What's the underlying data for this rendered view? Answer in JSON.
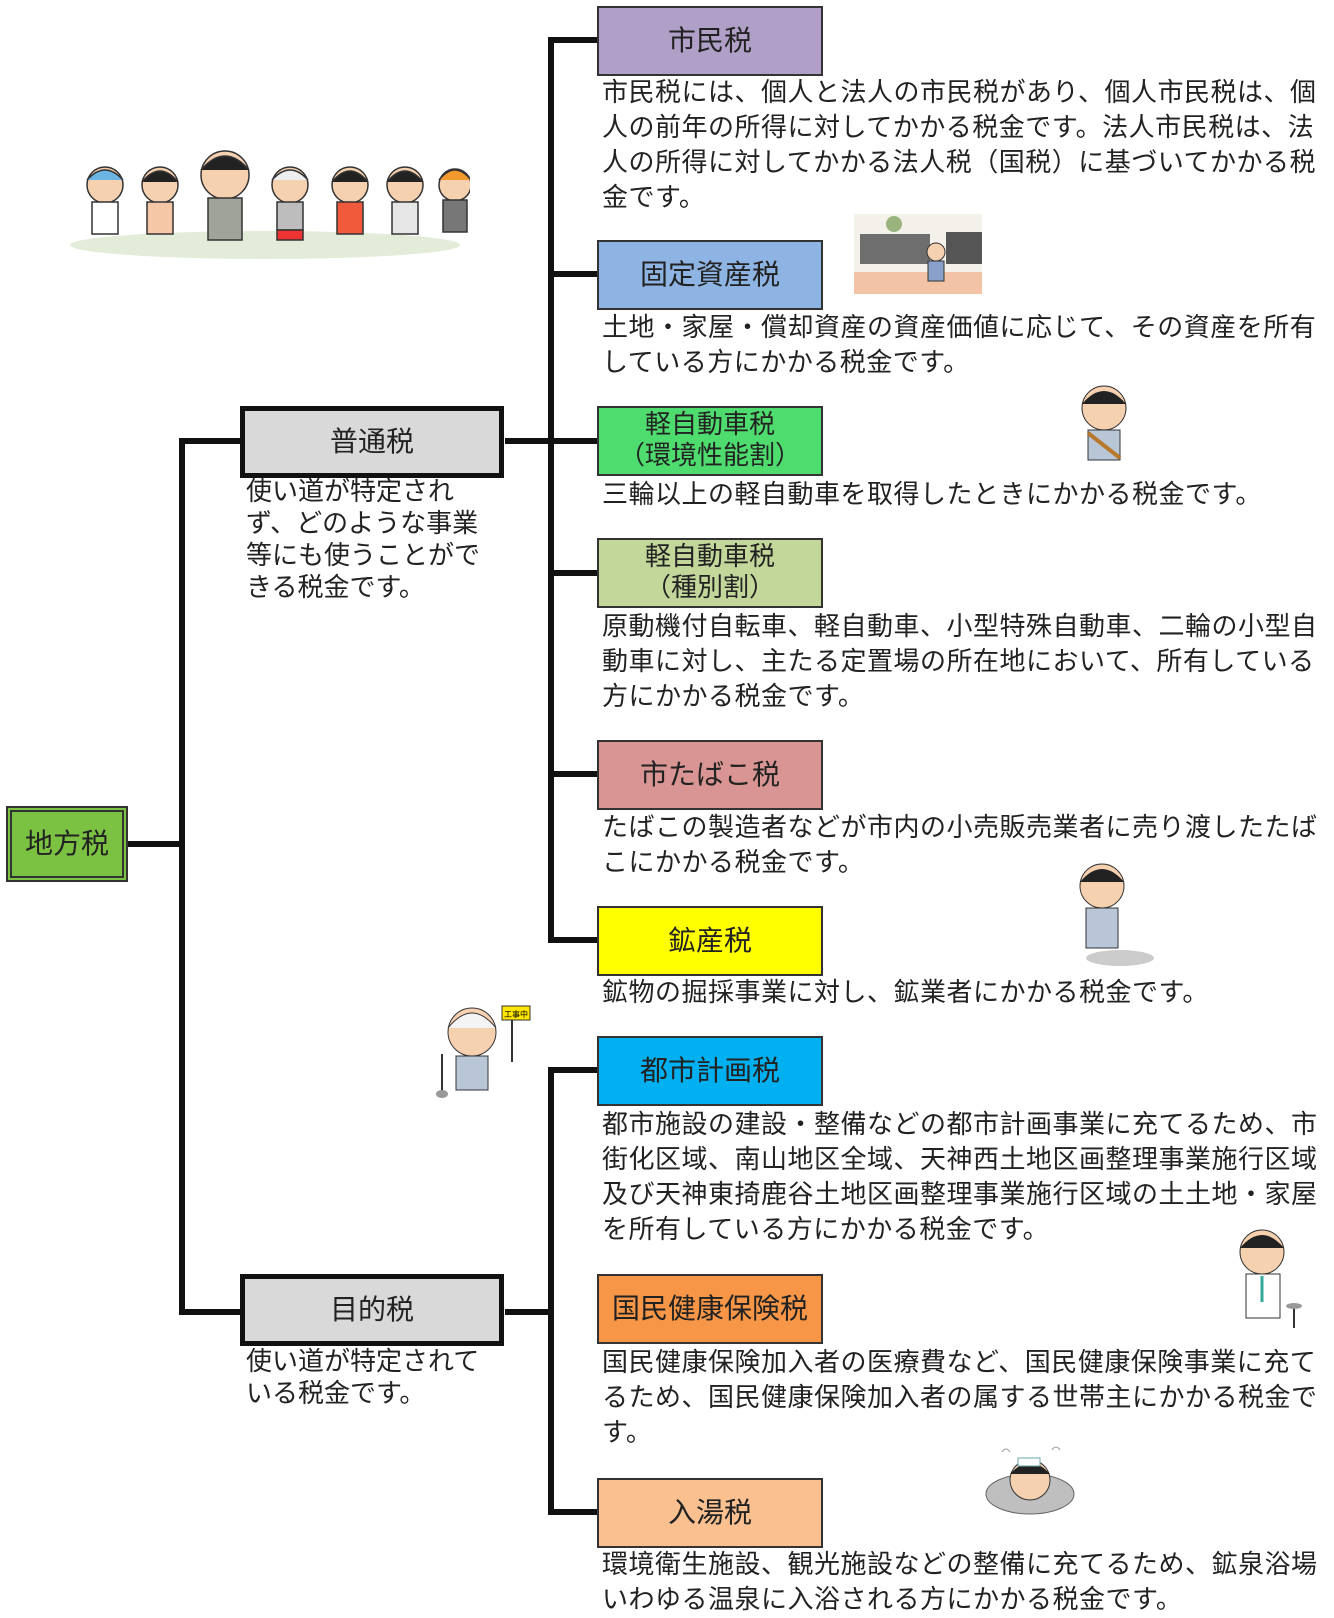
{
  "root": {
    "label": "地方税"
  },
  "categories": [
    {
      "label": "普通税",
      "description": "使い道が特定されず、どのような事業等にも使うことができる税金です。",
      "taxes": [
        {
          "name": "市民税",
          "color": "#b0a0c8",
          "description": "市民税には、個人と法人の市民税があり、個人市民税は、個人の前年の所得に対してかかる税金です。法人市民税は、法人の所得に対してかかる法人税（国税）に基づいてかかる税金です。"
        },
        {
          "name": "固定資産税",
          "color": "#8eb4e3",
          "description": "土地・家屋・償却資産の資産価値に応じて、その資産を所有している方にかかる税金です。"
        },
        {
          "name_line1": "軽自動車税",
          "name_line2": "（環境性能割）",
          "color": "#4fdc6e",
          "description": "三輪以上の軽自動車を取得したときにかかる税金です。"
        },
        {
          "name_line1": "軽自動車税",
          "name_line2": "（種別割）",
          "color": "#c3d79b",
          "description": "原動機付自転車、軽自動車、小型特殊自動車、二輪の小型自動車に対し、主たる定置場の所在地において、所有している方にかかる税金です。"
        },
        {
          "name": "市たばこ税",
          "color": "#d99594",
          "description": "たばこの製造者などが市内の小売販売業者に売り渡したたばこにかかる税金です。"
        },
        {
          "name": "鉱産税",
          "color": "#ffff00",
          "description": "鉱物の掘採事業に対し、鉱業者にかかる税金です。"
        }
      ]
    },
    {
      "label": "目的税",
      "description": "使い道が特定されている税金です。",
      "taxes": [
        {
          "name": "都市計画税",
          "color": "#00b0f0",
          "description": "都市施設の建設・整備などの都市計画事業に充てるため、市街化区域、南山地区全域、天神西土地区画整理事業施行区域及び天神東掎鹿谷土地区画整理事業施行区域の土土地・家屋を所有している方にかかる税金です。"
        },
        {
          "name": "国民健康保険税",
          "color": "#f79646",
          "description": "国民健康保険加入者の医療費など、国民健康保険事業に充てるため、国民健康保険加入者の属する世帯主にかかる税金です。"
        },
        {
          "name": "入湯税",
          "color": "#fac090",
          "description": "環境衛生施設、観光施設などの整備に充てるため、鉱泉浴場いわゆる温泉に入浴される方にかかる税金です。"
        }
      ]
    }
  ],
  "illustrations": {
    "worker_sign": "工事中"
  }
}
